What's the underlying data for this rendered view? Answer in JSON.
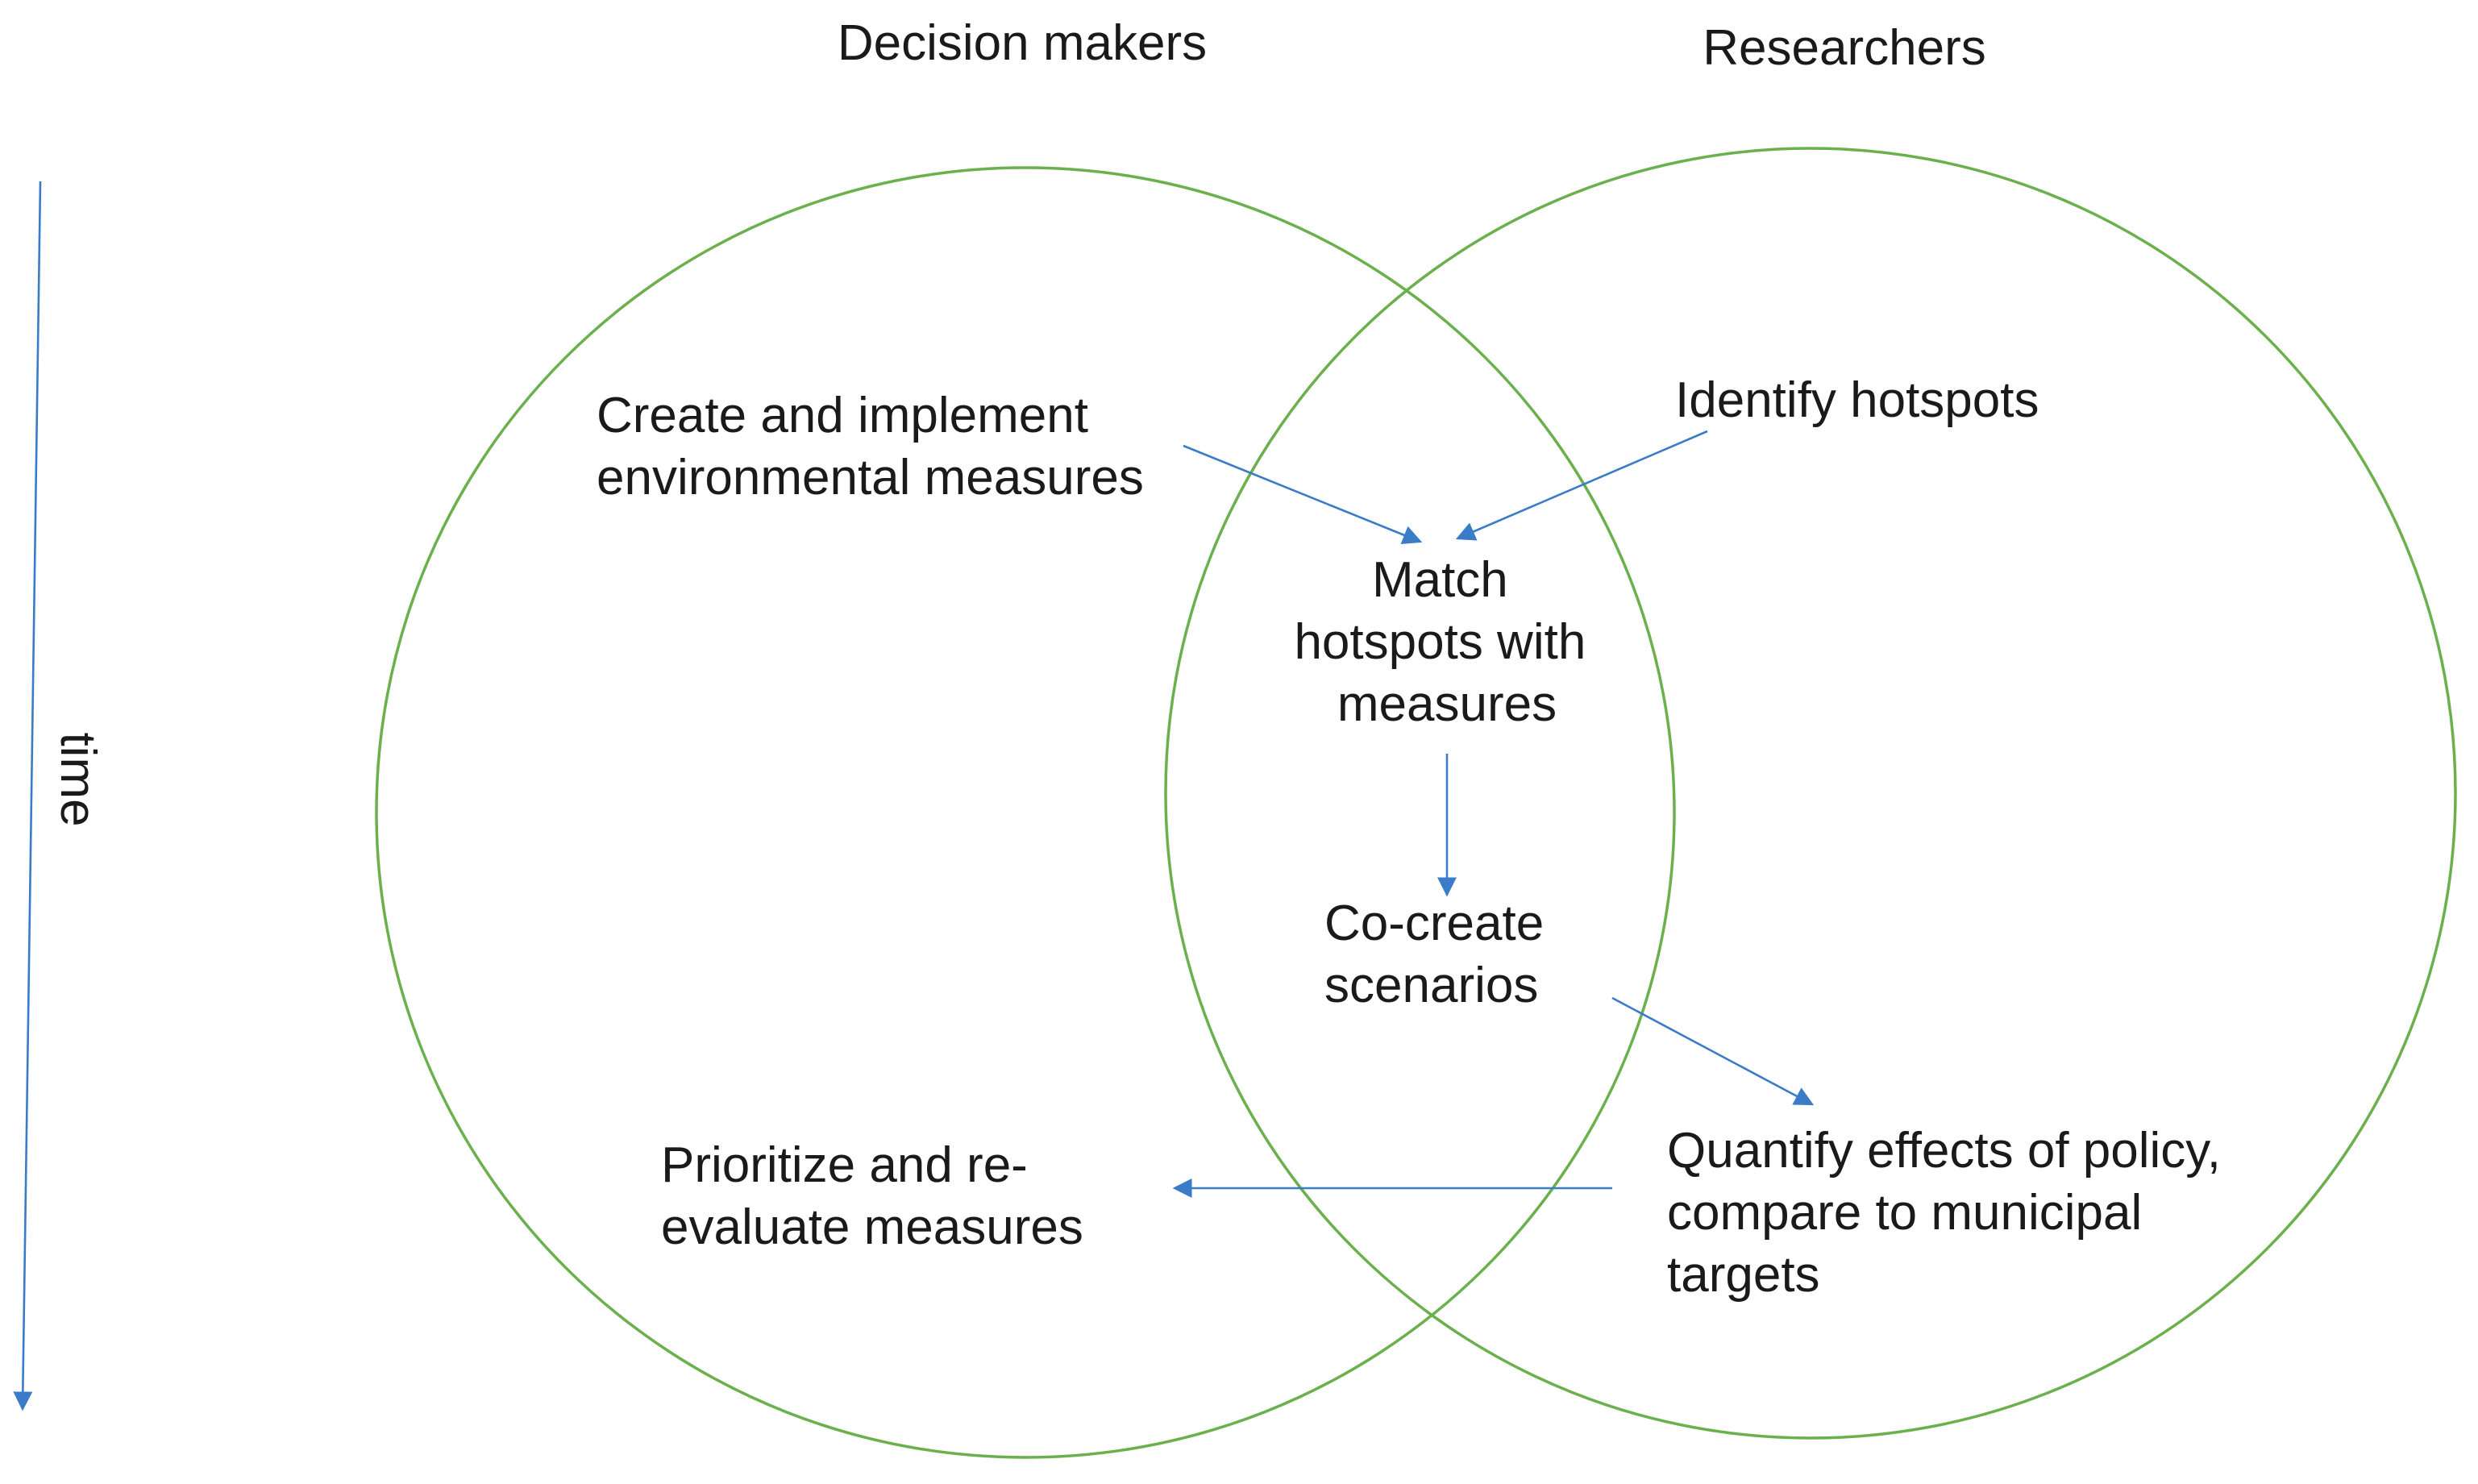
{
  "groups": {
    "decision_makers": "Decision makers",
    "researchers": "Researchers"
  },
  "time_axis": {
    "label": "time"
  },
  "steps": {
    "create_measures": [
      "Create and implement",
      "environmental measures"
    ],
    "identify_hotspots": [
      "Identify hotspots"
    ],
    "match": [
      "Match",
      "hotspots with",
      "measures"
    ],
    "co_create": [
      "Co-create",
      "scenarios"
    ],
    "quantify": [
      "Quantify effects of policy,",
      "compare to municipal",
      "targets"
    ],
    "prioritize": [
      "Prioritize and re-",
      "evaluate measures"
    ]
  },
  "colors": {
    "circle": "#6ab04c",
    "arrow": "#3a7cc8",
    "text": "#1a1a1a"
  }
}
